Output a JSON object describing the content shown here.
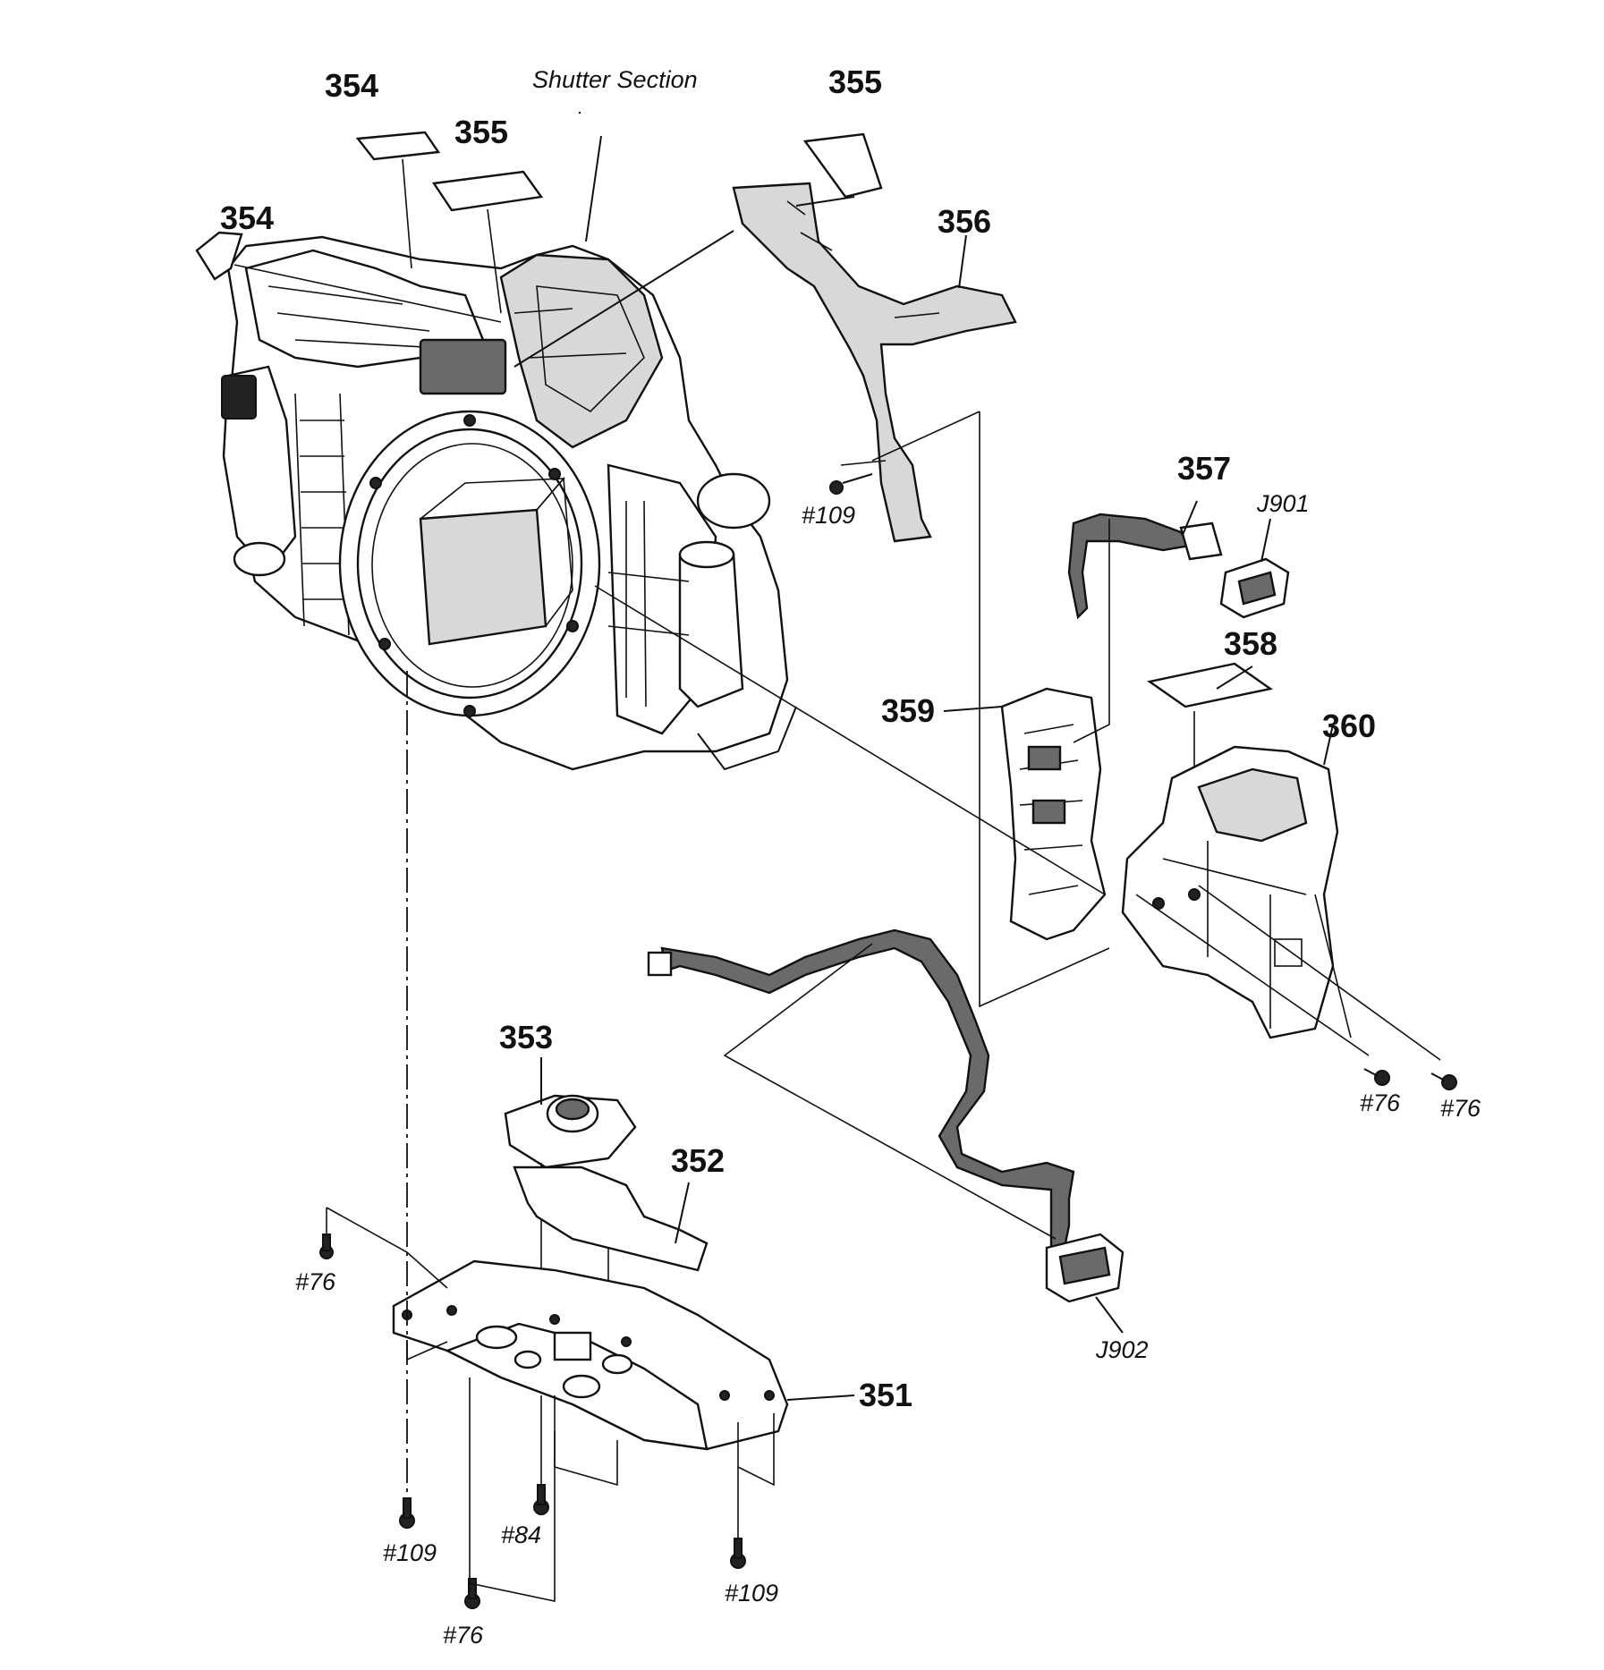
{
  "section_title": "Shutter Section",
  "parts": {
    "p351": "351",
    "p352": "352",
    "p353": "353",
    "p354a": "354",
    "p354b": "354",
    "p355a": "355",
    "p355b": "355",
    "p356": "356",
    "p357": "357",
    "p358": "358",
    "p359": "359",
    "p360": "360"
  },
  "connectors": {
    "j901": "J901",
    "j902": "J902"
  },
  "screws": {
    "s109_flex": "#109",
    "s76_right1": "#76",
    "s76_right2": "#76",
    "s76_left": "#76",
    "s109_bottom_left": "#109",
    "s84": "#84",
    "s109_bottom_right": "#109",
    "s76_bottom": "#76"
  }
}
